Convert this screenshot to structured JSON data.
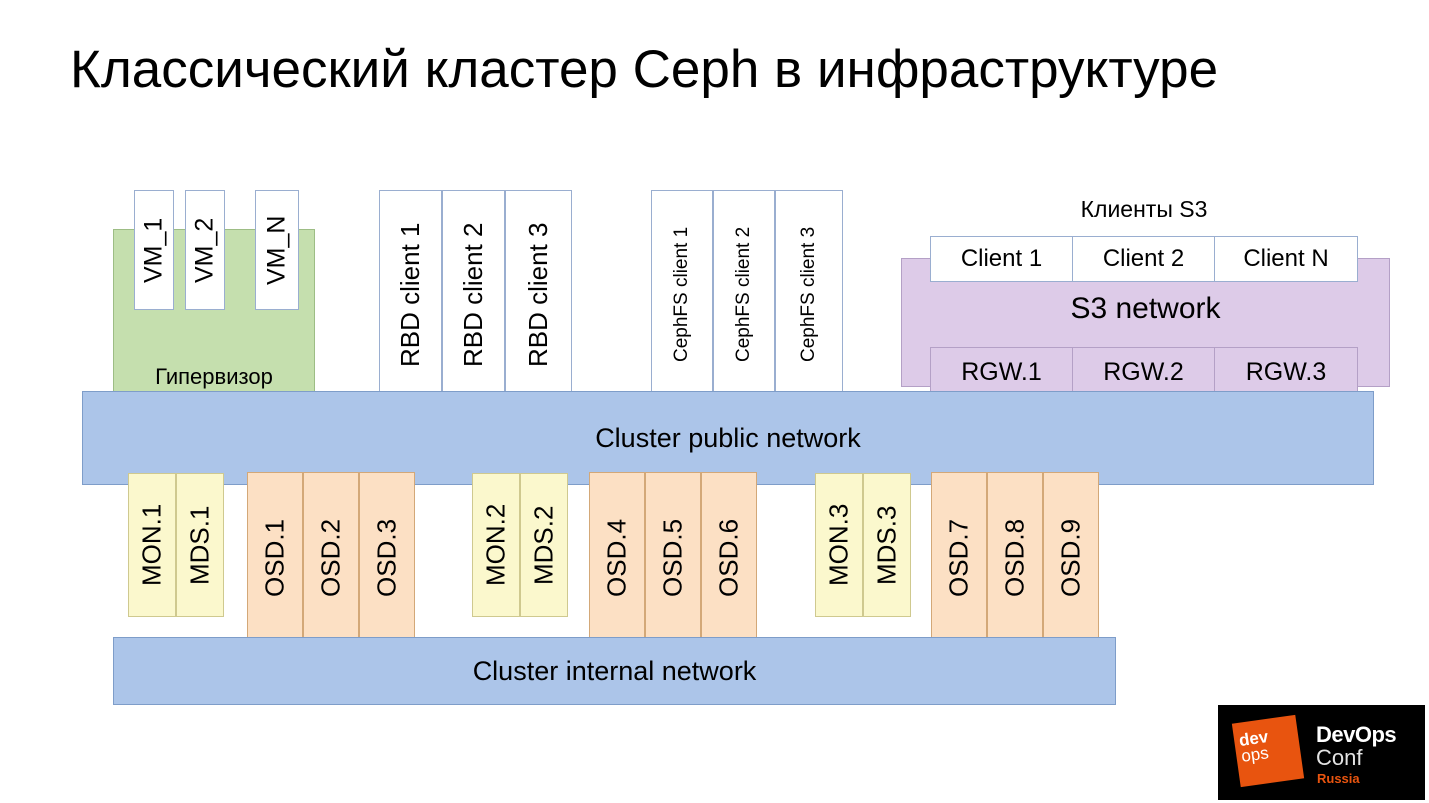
{
  "slide": {
    "title": "Классический кластер Ceph в инфраструктуре"
  },
  "hypervisor": {
    "label": "Гипервизор",
    "vms": [
      {
        "label": "VM_1"
      },
      {
        "label": "VM_2"
      },
      {
        "label": "VM_N"
      }
    ]
  },
  "rbd_clients": [
    {
      "label": "RBD client 1"
    },
    {
      "label": "RBD client 2"
    },
    {
      "label": "RBD client 3"
    }
  ],
  "cephfs_clients": [
    {
      "label": "CephFS client 1"
    },
    {
      "label": "CephFS client 2"
    },
    {
      "label": "CephFS client 3"
    }
  ],
  "s3": {
    "clients_title": "Клиенты S3",
    "network_label": "S3 network",
    "clients": [
      {
        "label": "Client 1"
      },
      {
        "label": "Client 2"
      },
      {
        "label": "Client N"
      }
    ],
    "gateways": [
      {
        "label": "RGW.1"
      },
      {
        "label": "RGW.2"
      },
      {
        "label": "RGW.3"
      }
    ]
  },
  "networks": {
    "public": "Cluster public network",
    "internal": "Cluster internal network"
  },
  "nodes": [
    {
      "daemons": [
        {
          "label": "MON.1",
          "kind": "mon"
        },
        {
          "label": "MDS.1",
          "kind": "mds"
        },
        {
          "label": "OSD.1",
          "kind": "osd"
        },
        {
          "label": "OSD.2",
          "kind": "osd"
        },
        {
          "label": "OSD.3",
          "kind": "osd"
        }
      ]
    },
    {
      "daemons": [
        {
          "label": "MON.2",
          "kind": "mon"
        },
        {
          "label": "MDS.2",
          "kind": "mds"
        },
        {
          "label": "OSD.4",
          "kind": "osd"
        },
        {
          "label": "OSD.5",
          "kind": "osd"
        },
        {
          "label": "OSD.6",
          "kind": "osd"
        }
      ]
    },
    {
      "daemons": [
        {
          "label": "MON.3",
          "kind": "mon"
        },
        {
          "label": "MDS.3",
          "kind": "mds"
        },
        {
          "label": "OSD.7",
          "kind": "osd"
        },
        {
          "label": "OSD.8",
          "kind": "osd"
        },
        {
          "label": "OSD.9",
          "kind": "osd"
        }
      ]
    }
  ],
  "logo": {
    "mark_line1": "dev",
    "mark_line2": "ops",
    "word1": "DevOps",
    "word2": "Conf",
    "word3": "Russia"
  },
  "colors": {
    "network_blue": "#acc5e9",
    "hypervisor_green": "#c5dfae",
    "s3_purple": "#ddcbe8",
    "mon_mds_yellow": "#fbf8cd",
    "osd_orange": "#fce0c4",
    "client_white": "#ffffff",
    "logo_orange": "#e8540f",
    "logo_background": "#000000"
  }
}
